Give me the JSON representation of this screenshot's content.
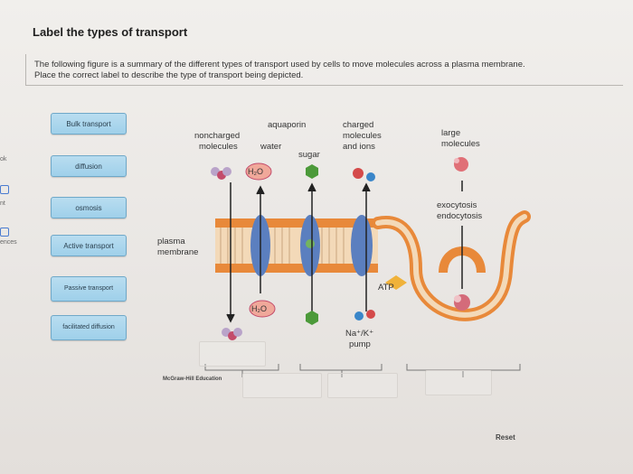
{
  "page": {
    "title": "Label the types of transport",
    "instructions": [
      "The following figure is a summary of the different types of transport used by cells to move molecules across a plasma membrane.",
      "Place the correct label to describe the type of transport being depicted."
    ],
    "reset_label": "Reset"
  },
  "leftnav": {
    "fragments": [
      "ok",
      "nt",
      "ences"
    ]
  },
  "labels": [
    {
      "text": "Bulk transport"
    },
    {
      "text": "diffusion"
    },
    {
      "text": "osmosis"
    },
    {
      "text": "Active transport"
    },
    {
      "text": "Passive transport"
    },
    {
      "text": "facilitated diffusion"
    }
  ],
  "figure": {
    "noncharged": "noncharged",
    "molecules": "molecules",
    "aquaporin": "aquaporin",
    "water": "water",
    "sugar": "sugar",
    "charged": "charged",
    "charged_molecules": "molecules",
    "and_ions": "and ions",
    "large": "large",
    "large_molecules": "molecules",
    "exocytosis": "exocytosis",
    "endocytosis": "endocytosis",
    "plasma": "plasma",
    "membrane": "membrane",
    "atp": "ATP",
    "h2o_top": "H₂O",
    "h2o_bottom": "H₂O",
    "pump_ions": "Na⁺/K⁺",
    "pump": "pump",
    "credit": "McGraw-Hill Education"
  },
  "colors": {
    "chip_fill": "#a9d6ee",
    "lipid_head": "#e8893a",
    "channel_blue": "#5b7fbf",
    "sugar_green": "#4c9a3a"
  }
}
